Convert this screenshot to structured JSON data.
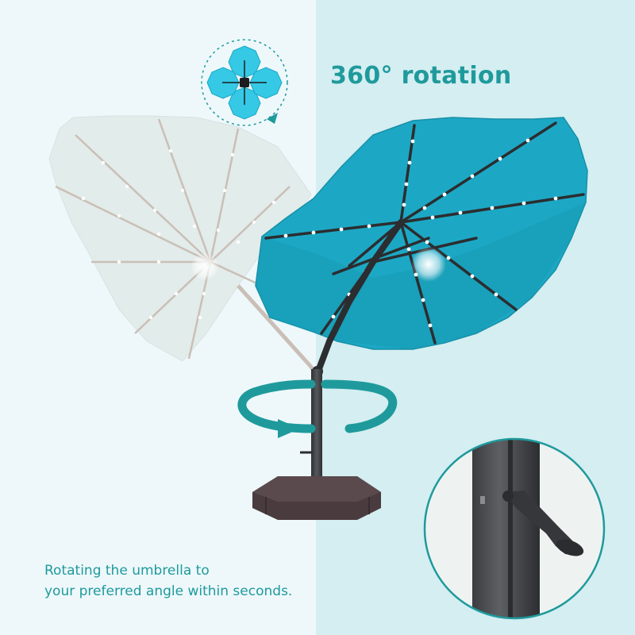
{
  "headline": "360° rotation",
  "caption": {
    "line1": "Rotating the umbrella to",
    "line2": "your preferred angle within seconds."
  },
  "colors": {
    "accent": "#1f9a9c",
    "canopy": "#1ca8c4",
    "ghost_canopy": "#e2ecea",
    "pole": "#3b3d40",
    "base": "#4a3b3f",
    "left_background": "#eef8fb",
    "right_background": "#d4eef1"
  },
  "icons": {
    "rotation_badge": "rotation-positions-icon",
    "rotation_arrow": "circular-arrow-icon",
    "detail_inset": "crank-handle-closeup"
  }
}
